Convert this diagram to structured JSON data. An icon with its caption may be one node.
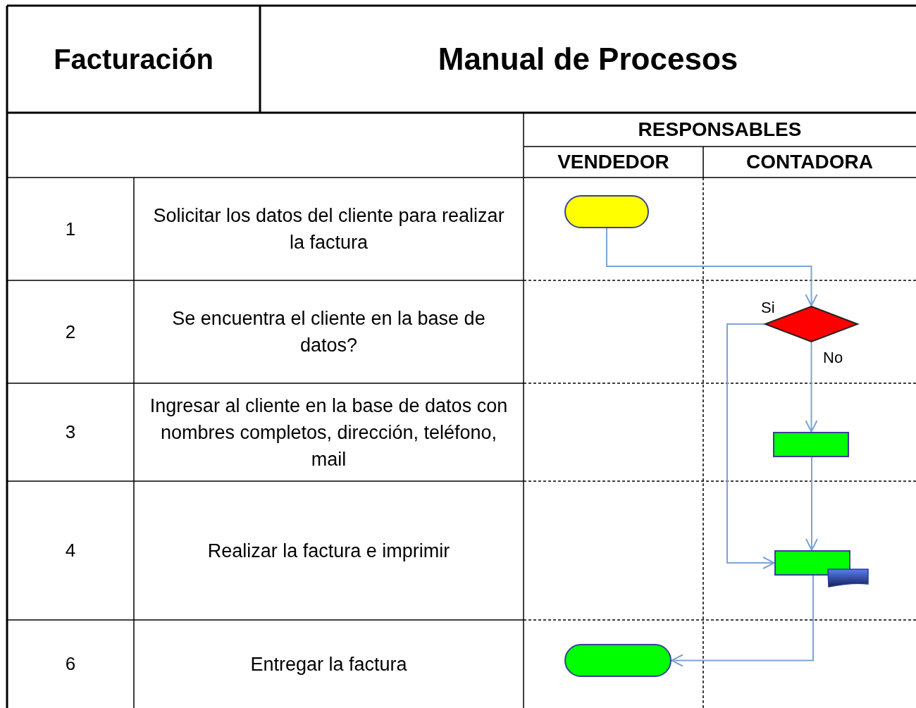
{
  "diagram": {
    "title": "Manual de Procesos",
    "nodes": [
      {
        "text": [],
        "shape": "oval"
      },
      {
        "text": [],
        "shape": "diamond"
      },
      {
        "text": [],
        "shape": "box"
      },
      {
        "text": [],
        "shape": "box"
      },
      {
        "text": [],
        "shape": "oval"
      }
    ],
    "edges": [
      {
        "from": 0,
        "to": 1,
        "arrow": "to"
      },
      {
        "from": 1,
        "to": 2,
        "arrow": "to",
        "label": "No"
      },
      {
        "from": 1,
        "to": 3,
        "arrow": "to",
        "label": "Si"
      },
      {
        "from": 2,
        "to": 3,
        "arrow": "to"
      },
      {
        "from": 3,
        "to": 4,
        "arrow": "to"
      }
    ],
    "labels": [
      "Facturación",
      "RESPONSABLES",
      "VENDEDOR",
      "CONTADORA",
      "1",
      "Solicitar los datos del cliente para realizar la factura",
      "2",
      "Se encuentra el cliente en la base de datos?",
      "3",
      "Ingresar al cliente en la base de datos con nombres completos, dirección, teléfono, mail",
      "4",
      "Realizar la factura e imprimir",
      "6",
      "Entregar la factura"
    ]
  }
}
